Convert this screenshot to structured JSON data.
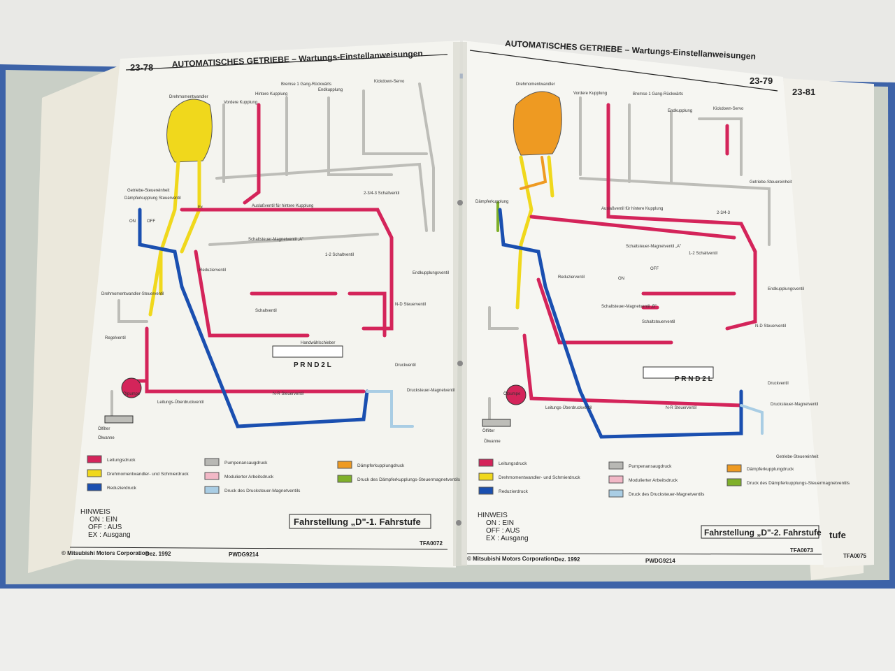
{
  "left_page": {
    "page_number": "23-78",
    "header": "AUTOMATISCHES GETRIEBE – Wartungs-Einstellanweisungen",
    "labels": [
      "Drehmomentwandler",
      "Vordere Kupplung",
      "Hintere Kupplung",
      "Bremse 1\nGang-Rückwärts",
      "Endkupplung",
      "Kickdown-Servo",
      "Getriebe-Steuereinheit",
      "Dämpferkupplung Steuerventil",
      "Auslaßventil für hintere Kupplung",
      "2-3/4-3 Schaltventil",
      "Schaltsteuer-Magnetventil „A\"",
      "1-2 Schaltventil",
      "Reduzierventil",
      "Drehmomentwandler-Steuerventil",
      "Regelventil",
      "Ölpumpe",
      "Ölfilter",
      "Ölwanne",
      "Leitungs-Überdruckventil",
      "N-R Steuerventil",
      "N-D Steuerventil",
      "Handwählschieber",
      "Druckventil",
      "Drucksteuer-Magnetventil",
      "Endkupplungsventil",
      "Schaltventil",
      "P R N D 2 L",
      "ON",
      "OFF",
      "Ex"
    ],
    "legend": [
      {
        "label": "Leitungsdruck",
        "color": "#d4245a"
      },
      {
        "label": "Drehmomentwandler- und Schmierdruck",
        "color": "#f0d81c"
      },
      {
        "label": "Reduzierdruck",
        "color": "#1a4fb0"
      },
      {
        "label": "Pumpenansaugdruck",
        "color": "#b8b8b4"
      },
      {
        "label": "Modulierter Arbeitsdruck",
        "color": "#f2b8c6"
      },
      {
        "label": "Druck des Drucksteuer-Magnetventils",
        "color": "#a9cde4"
      },
      {
        "label": "Dämpferkupplungdruck",
        "color": "#ee9a22"
      },
      {
        "label": "Druck des Dämpferkupplungs-Steuermagnetventils",
        "color": "#7fb02a"
      }
    ],
    "note": {
      "title": "HINWEIS",
      "lines": [
        "ON : EIN",
        "OFF : AUS",
        "EX : Ausgang"
      ]
    },
    "caption": "Fahrstellung „D\"-1. Fahrstufe",
    "figure_code": "TFA0072",
    "footer": {
      "copyright": "© Mitsubishi Motors Corporation",
      "date": "Dez. 1992",
      "code": "PWDG9214"
    }
  },
  "right_page": {
    "page_number": "23-79",
    "header": "AUTOMATISCHES GETRIEBE – Wartungs-Einstellanweisungen",
    "labels": [
      "Drehmomentwandler",
      "Vordere Kupplung",
      "Bremse 1\nGang-Rückwärts",
      "Endkupplung",
      "Kickdown-Servo",
      "Getriebe-Steuereinheit",
      "Dämpferkupplung",
      "Auslaßventil für hintere Kupplung",
      "2-3/4-3",
      "Schaltsteuer-Magnetventil „A\"",
      "1-2 Schaltventil",
      "Reduzierventil",
      "Schaltsteuer-Magnetventil „B\"",
      "Schaltsteuerventil",
      "N-D Steuerventil",
      "Ölpumpe",
      "Ölfilter",
      "Ölwanne",
      "Leitungs-Überdruckventil",
      "N-R Steuerventil",
      "Druckventil",
      "Drucksteuer-Magnetventil",
      "Endkupplungsventil",
      "P R N D 2 L",
      "ON",
      "OFF",
      "Getriebe-Steuereinheit"
    ],
    "legend": [
      {
        "label": "Leitungsdruck",
        "color": "#d4245a"
      },
      {
        "label": "Drehmomentwandler- und Schmierdruck",
        "color": "#f0d81c"
      },
      {
        "label": "Reduzierdruck",
        "color": "#1a4fb0"
      },
      {
        "label": "Pumpenansaugdruck",
        "color": "#b8b8b4"
      },
      {
        "label": "Modulierter Arbeitsdruck",
        "color": "#f2b8c6"
      },
      {
        "label": "Druck des Drucksteuer-Magnetventils",
        "color": "#a9cde4"
      },
      {
        "label": "Dämpferkupplungdruck",
        "color": "#ee9a22"
      },
      {
        "label": "Druck des Dämpferkupplungs-Steuermagnetventils",
        "color": "#7fb02a"
      }
    ],
    "note": {
      "title": "HINWEIS",
      "lines": [
        "ON : EIN",
        "OFF : AUS",
        "EX : Ausgang"
      ]
    },
    "caption": "Fahrstellung „D\"-2. Fahrstufe",
    "figure_code": "TFA0073",
    "footer": {
      "copyright": "© Mitsubishi Motors Corporation",
      "date": "Dez. 1992",
      "code": "PWDG9214"
    }
  },
  "underlying_page": {
    "page_number": "23-81",
    "caption_fragment": "tufe",
    "figure_code": "TFA0075"
  },
  "colors": {
    "binder": "#3d63a8",
    "page": "#f4f4ef",
    "table": "#e9e9e6"
  }
}
